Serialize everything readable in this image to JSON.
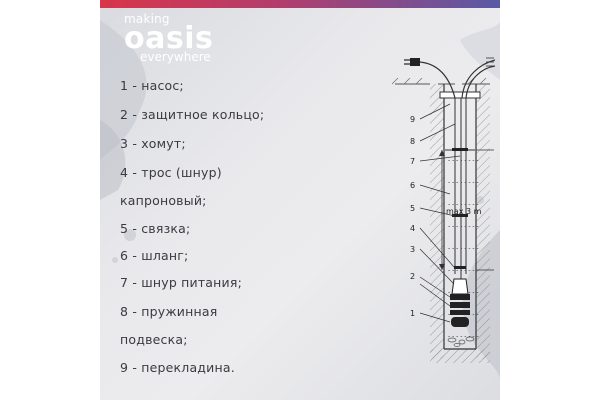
{
  "brand": {
    "making": "making",
    "oasis": "oasis",
    "everywhere": "everywhere",
    "colors": {
      "bar_red": "#d8364a",
      "bar_blue": "#5a59a6",
      "logo_text": "#ffffff"
    }
  },
  "legend": {
    "lines": [
      "1 - насос;",
      "2 - защитное кольцо;",
      "3 - хомут;",
      "4 - трос (шнур)",
      "капроновый;",
      "5 - связка;",
      "6 - шланг;",
      "7 - шнур питания;",
      "8 - пружинная",
      "подвеска;",
      "9 - перекладина."
    ]
  },
  "diagram": {
    "callouts_left": [
      "9",
      "8",
      "7",
      "6",
      "5",
      "4",
      "3",
      "2",
      "1"
    ],
    "depth_label": "max 3 m",
    "icons": [
      "plug-icon",
      "cable-end-icon"
    ]
  }
}
